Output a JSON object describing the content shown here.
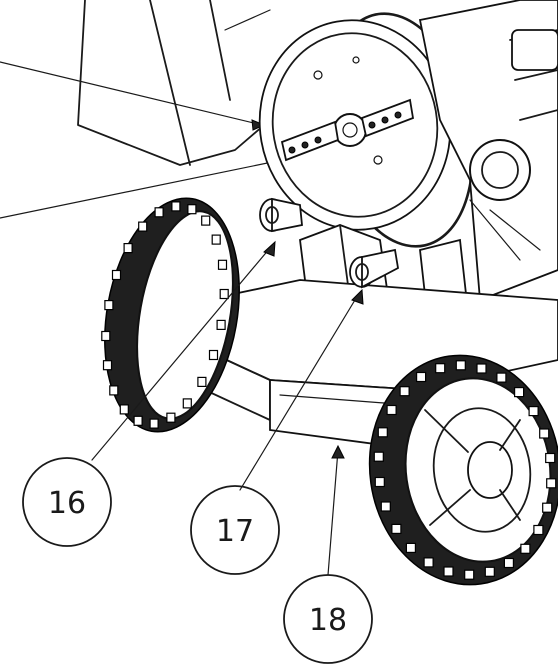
{
  "callouts": [
    {
      "label": "16"
    },
    {
      "label": "17"
    },
    {
      "label": "18"
    }
  ],
  "colors": {
    "line": "#1a1a1a",
    "background": "#ffffff",
    "tire": "#1f1f1f"
  }
}
